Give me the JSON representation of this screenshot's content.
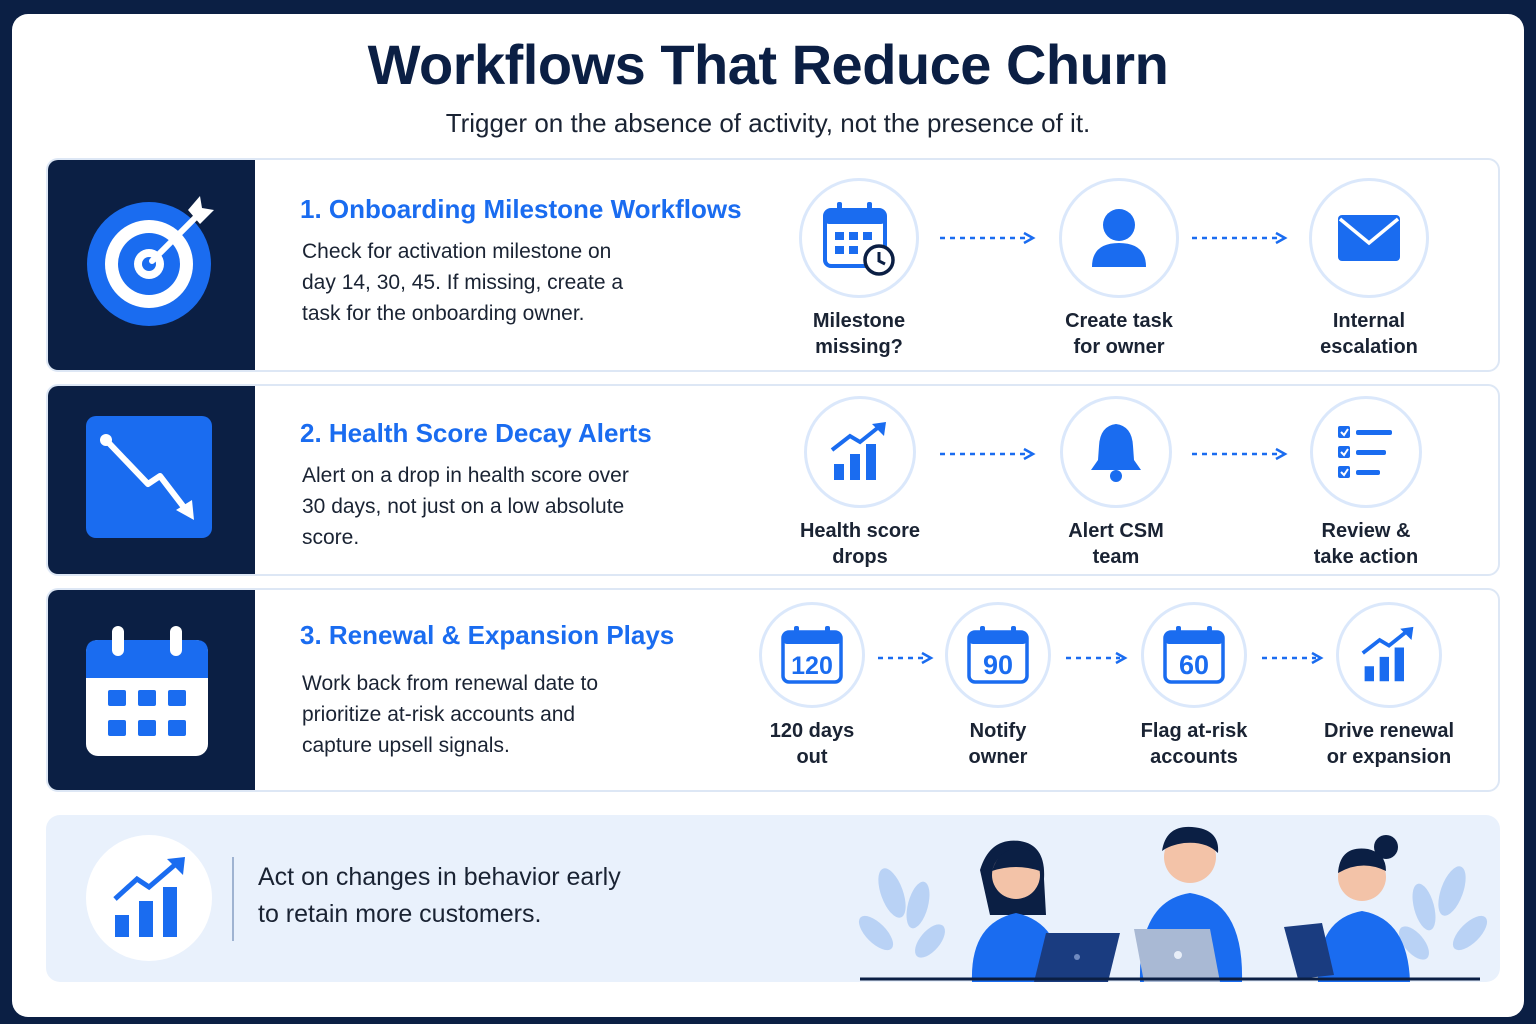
{
  "header": {
    "title": "Workflows That Reduce Churn",
    "subtitle": "Trigger on the absence of activity, not the presence of it."
  },
  "colors": {
    "navy": "#0b1f44",
    "accent": "#1a6cf0",
    "light": "#e9f1fc"
  },
  "rows": [
    {
      "icon": "target-icon",
      "title": "1. Onboarding Milestone Workflows",
      "description": "Check for activation milestone on day 14, 30, 45. If missing, create a task for the onboarding owner.",
      "steps": [
        {
          "icon": "calendar-clock-icon",
          "label": "Milestone\nmissing?"
        },
        {
          "icon": "user-icon",
          "label": "Create task\nfor owner"
        },
        {
          "icon": "envelope-icon",
          "label": "Internal\nescalation"
        }
      ]
    },
    {
      "icon": "trend-down-icon",
      "title": "2. Health Score Decay Alerts",
      "description": "Alert on a drop in health score over 30 days, not just on a low absolute score.",
      "steps": [
        {
          "icon": "bar-chart-up-icon",
          "label": "Health score\ndrops"
        },
        {
          "icon": "bell-icon",
          "label": "Alert CSM\nteam"
        },
        {
          "icon": "checklist-icon",
          "label": "Review &\ntake action"
        }
      ]
    },
    {
      "icon": "calendar-icon",
      "title": "3. Renewal & Expansion Plays",
      "description": "Work back from renewal date to prioritize at-risk accounts and capture upsell signals.",
      "steps": [
        {
          "icon": "calendar-120-icon",
          "number": "120",
          "label": "120 days\nout"
        },
        {
          "icon": "calendar-90-icon",
          "number": "90",
          "label": "Notify\nowner"
        },
        {
          "icon": "calendar-60-icon",
          "number": "60",
          "label": "Flag at-risk\naccounts"
        },
        {
          "icon": "bar-chart-up-icon",
          "label": "Drive renewal\nor expansion"
        }
      ]
    }
  ],
  "footer": {
    "text_line1": "Act on changes in behavior early",
    "text_line2": "to retain more customers."
  }
}
